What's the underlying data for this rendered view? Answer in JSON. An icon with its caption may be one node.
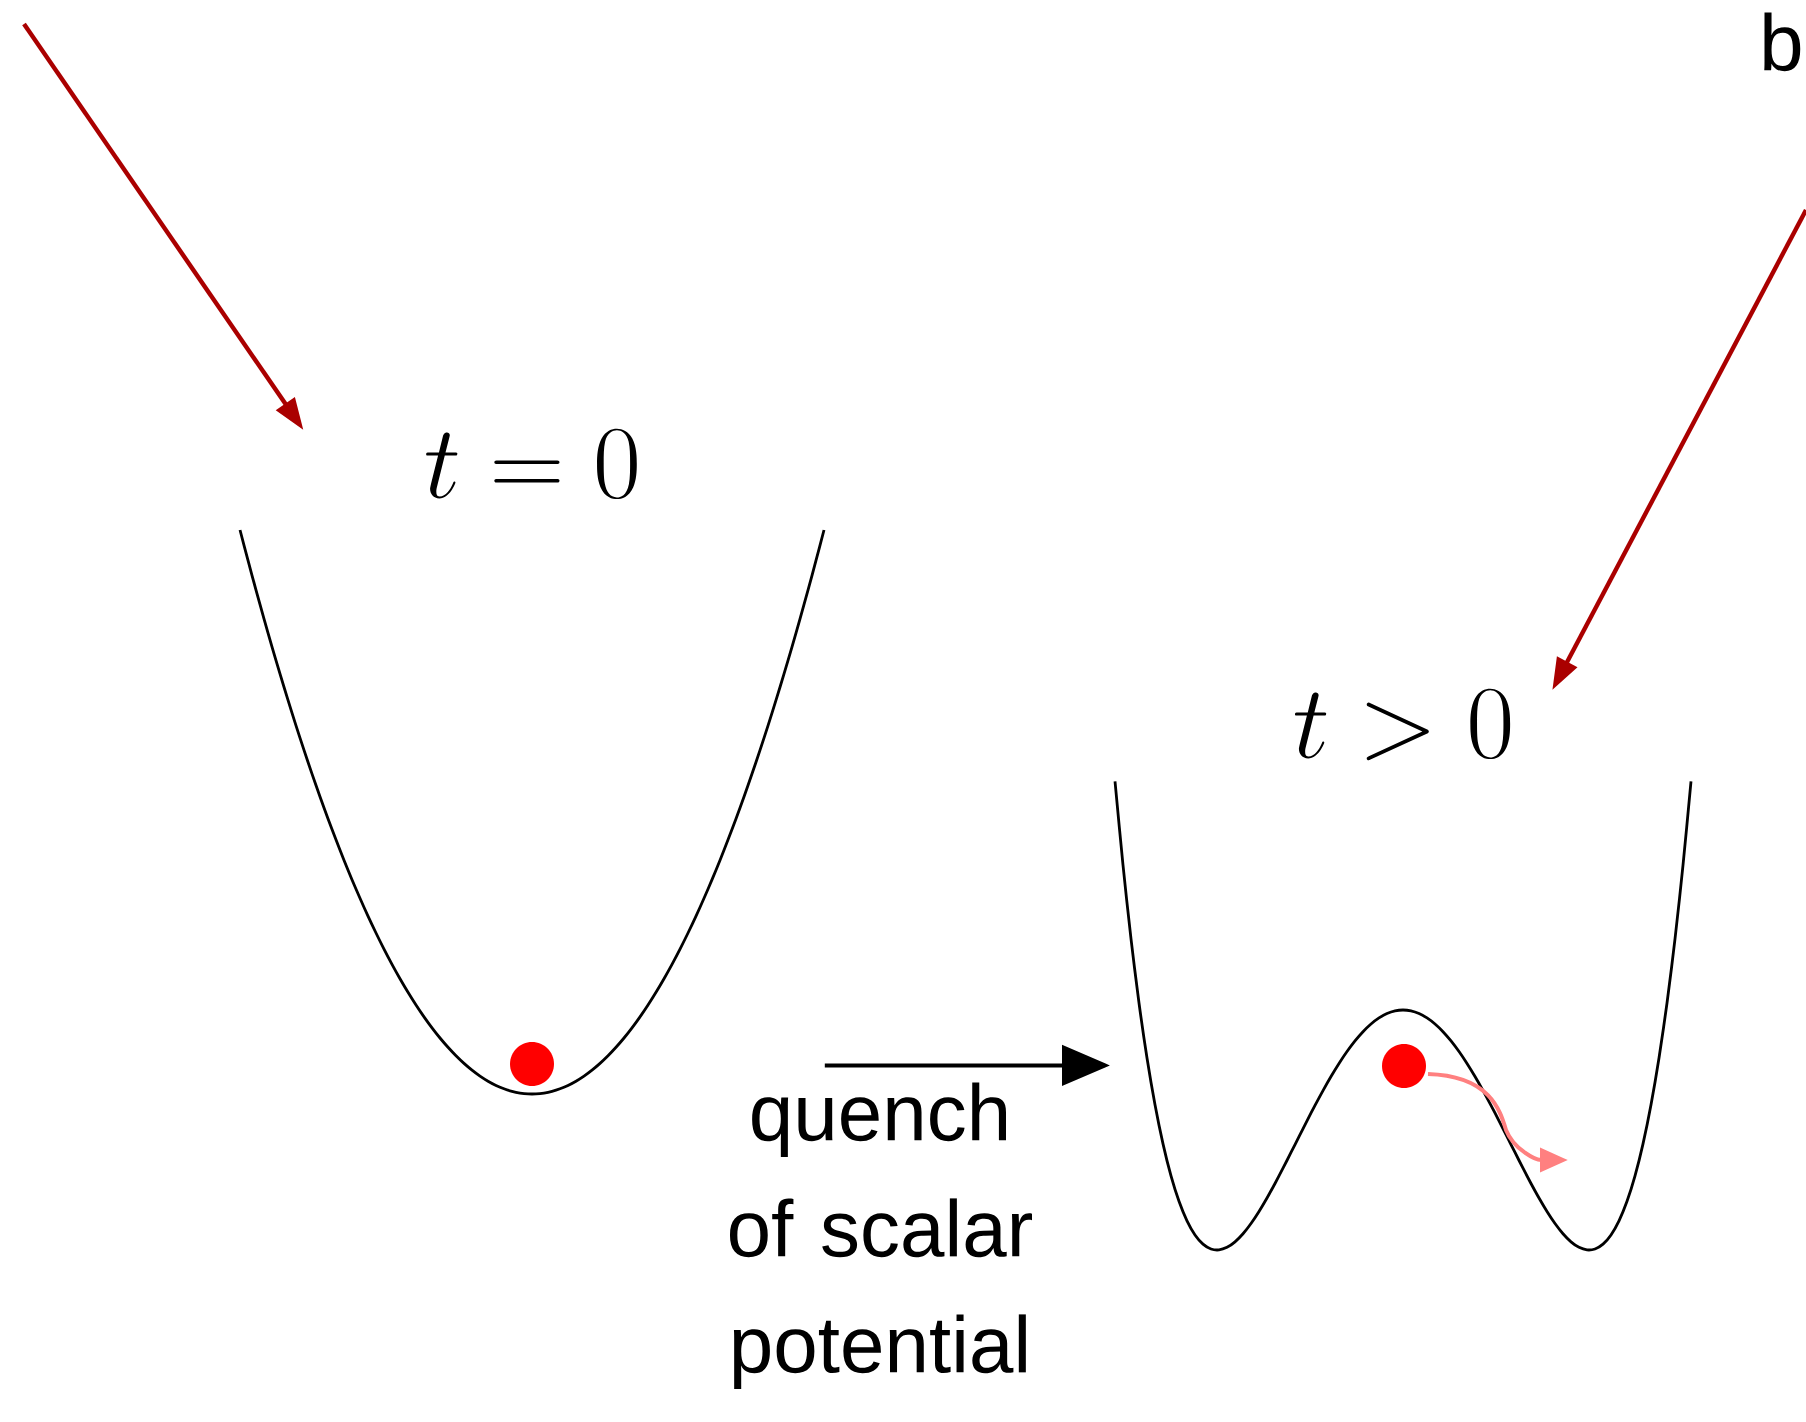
{
  "diagram": {
    "nodes": [
      {
        "text": [
          "t = 0"
        ]
      },
      {
        "text": [
          "t > 0"
        ]
      }
    ],
    "edges": [
      {
        "from": null,
        "to": 0,
        "arrow": "to",
        "color": "#aa0000"
      },
      {
        "from": null,
        "to": 1,
        "arrow": "to",
        "color": "#aa0000"
      },
      {
        "from": 0,
        "to": 1,
        "arrow": "to",
        "label": "quench of scalar potential",
        "color": "#000000"
      }
    ],
    "labels": [
      "b"
    ]
  }
}
